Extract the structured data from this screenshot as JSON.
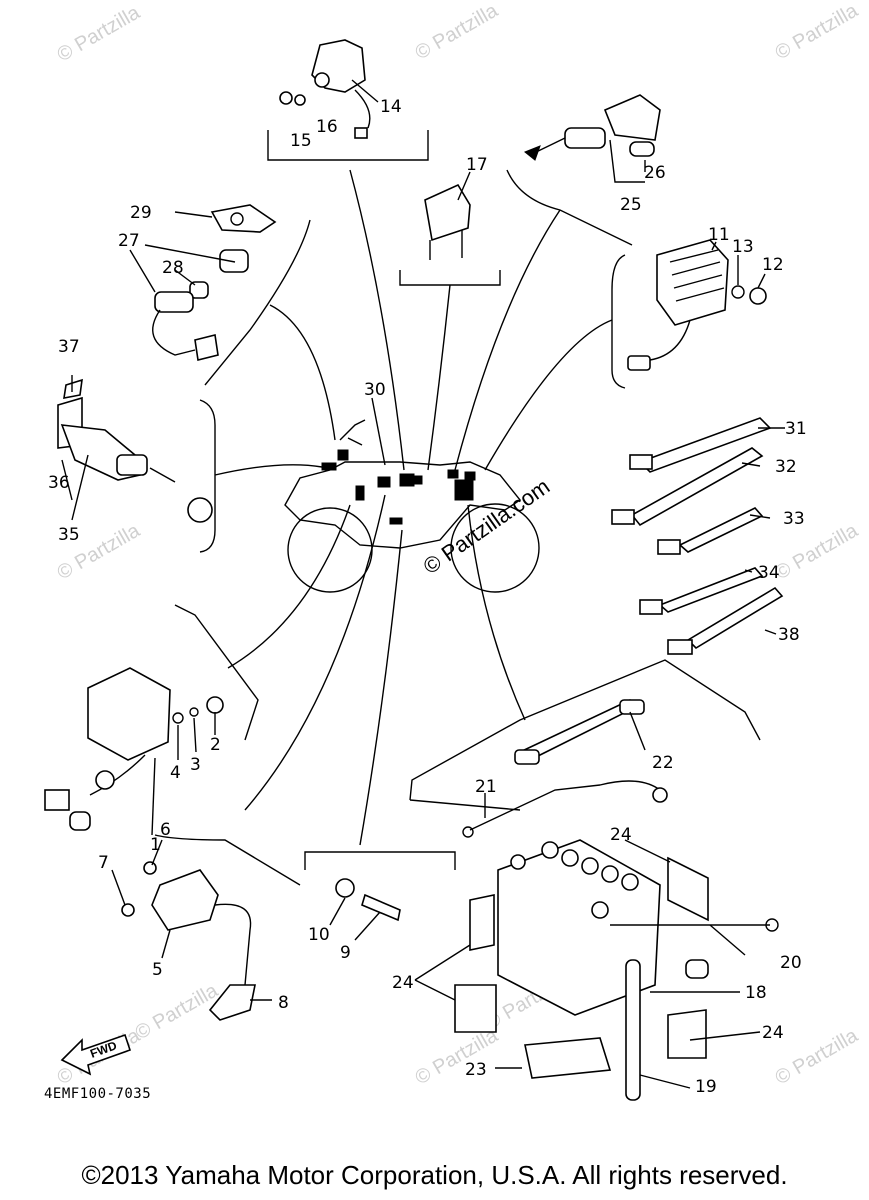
{
  "figure_code": "4EMF100-7035",
  "copyright": "©2013 Yamaha Motor Corporation, U.S.A. All rights reserved.",
  "fwd_label": "FWD",
  "watermark": "© Partzilla",
  "center_watermark": "© Partzilla.com",
  "callouts": [
    "1",
    "2",
    "3",
    "4",
    "5",
    "6",
    "7",
    "8",
    "9",
    "10",
    "11",
    "12",
    "13",
    "14",
    "15",
    "16",
    "17",
    "18",
    "19",
    "20",
    "21",
    "22",
    "23",
    "24",
    "24",
    "24",
    "24",
    "25",
    "26",
    "27",
    "28",
    "29",
    "30",
    "31",
    "32",
    "33",
    "34",
    "35",
    "36",
    "37",
    "38"
  ]
}
